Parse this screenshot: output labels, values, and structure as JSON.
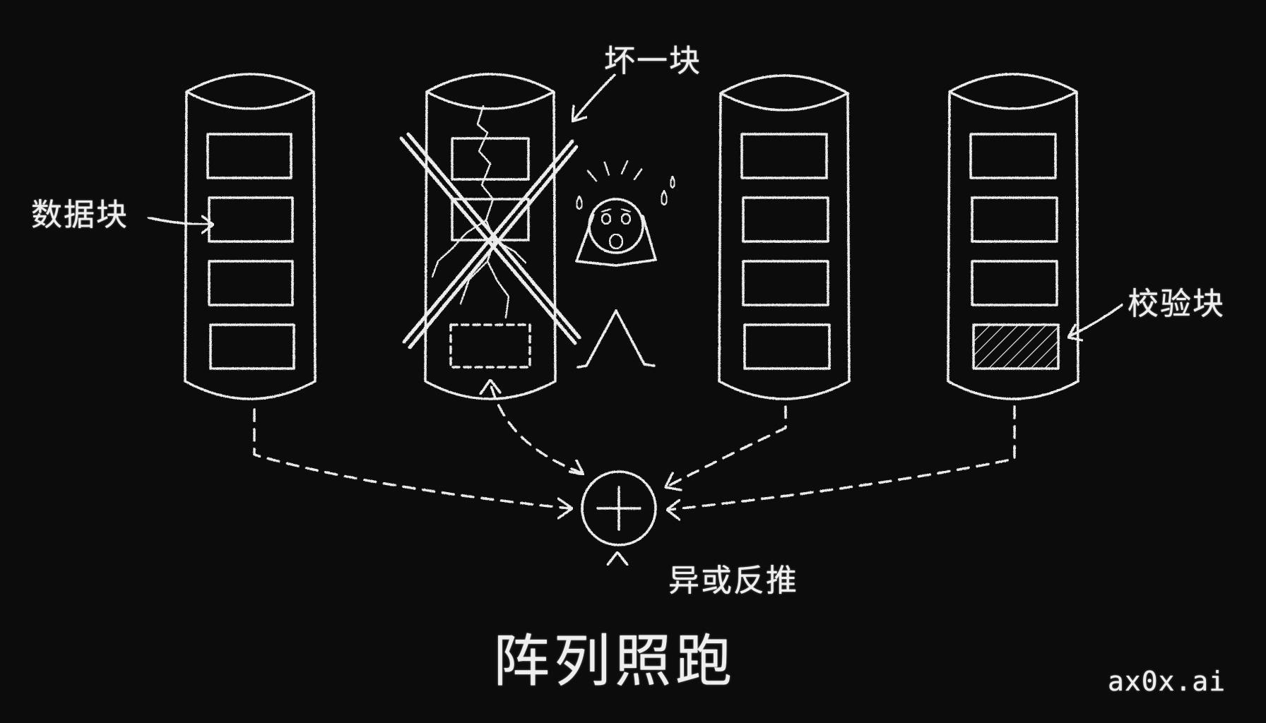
{
  "diagram": {
    "labels": {
      "data_block": "数据块",
      "bad_block": "坏一块",
      "parity_block": "校验块",
      "xor_reconstruct": "异或反推",
      "main_caption": "阵列照跑"
    },
    "watermark": "ax0x.ai",
    "colors": {
      "background": "#0c0c0c",
      "chalk": "#ececec"
    }
  }
}
